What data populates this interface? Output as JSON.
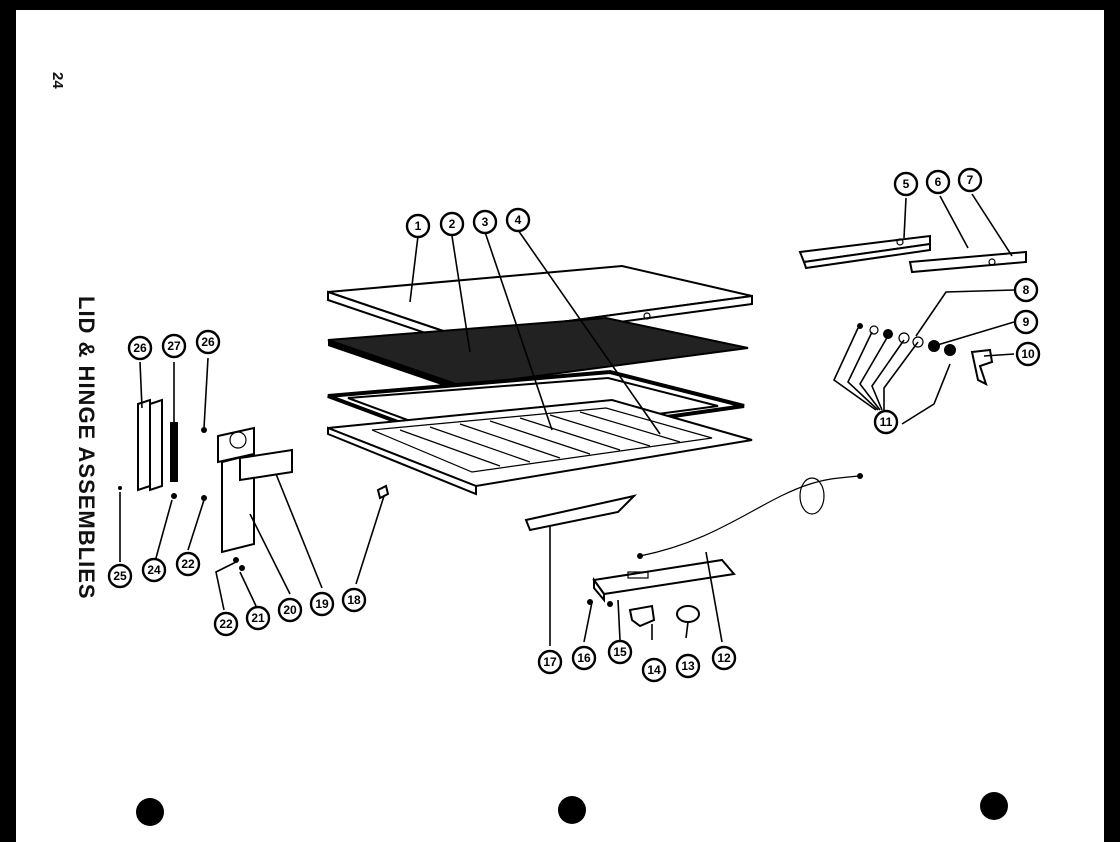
{
  "page": {
    "number": "24",
    "title": "LID & HINGE ASSEMBLIES"
  },
  "callouts": [
    {
      "id": "c1",
      "label": "1"
    },
    {
      "id": "c2",
      "label": "2"
    },
    {
      "id": "c3",
      "label": "3"
    },
    {
      "id": "c4",
      "label": "4"
    },
    {
      "id": "c5",
      "label": "5"
    },
    {
      "id": "c6",
      "label": "6"
    },
    {
      "id": "c7",
      "label": "7"
    },
    {
      "id": "c8",
      "label": "8"
    },
    {
      "id": "c9",
      "label": "9"
    },
    {
      "id": "c10",
      "label": "10"
    },
    {
      "id": "c11",
      "label": "11"
    },
    {
      "id": "c12",
      "label": "12"
    },
    {
      "id": "c13",
      "label": "13"
    },
    {
      "id": "c14",
      "label": "14"
    },
    {
      "id": "c15",
      "label": "15"
    },
    {
      "id": "c16",
      "label": "16"
    },
    {
      "id": "c17",
      "label": "17"
    },
    {
      "id": "c18",
      "label": "18"
    },
    {
      "id": "c19",
      "label": "19"
    },
    {
      "id": "c20",
      "label": "20"
    },
    {
      "id": "c21",
      "label": "21"
    },
    {
      "id": "c22a",
      "label": "22"
    },
    {
      "id": "c22b",
      "label": "22"
    },
    {
      "id": "c24",
      "label": "24"
    },
    {
      "id": "c25",
      "label": "25"
    },
    {
      "id": "c26a",
      "label": "26"
    },
    {
      "id": "c26b",
      "label": "26"
    },
    {
      "id": "c27",
      "label": "27"
    }
  ]
}
